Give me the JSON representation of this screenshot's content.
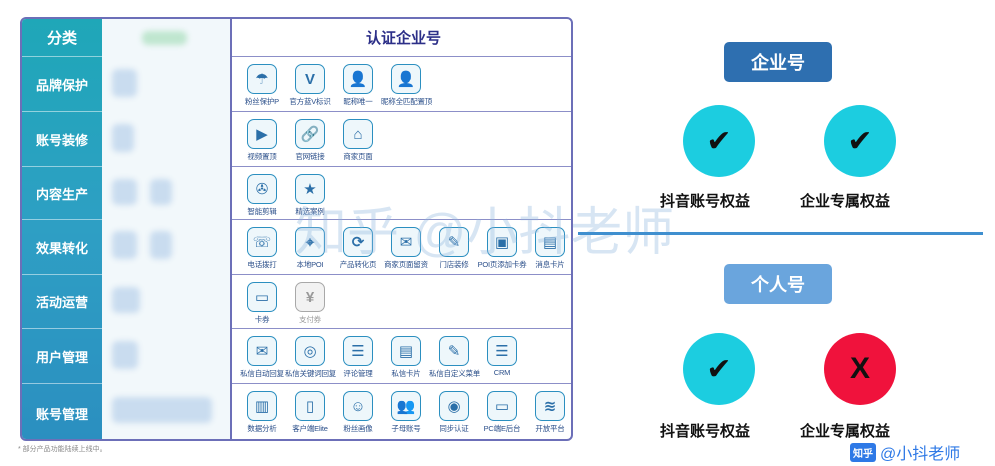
{
  "categories": {
    "header": "分类",
    "items": [
      "品牌保护",
      "账号装修",
      "内容生产",
      "效果转化",
      "活动运营",
      "用户管理",
      "账号管理"
    ]
  },
  "panel_title": "认证企业号",
  "feature_rows": [
    [
      {
        "label": "粉丝保护P",
        "icon": "umbrella-icon",
        "glyph": "☂"
      },
      {
        "label": "官方蓝V标识",
        "icon": "verified-v-icon",
        "glyph": "V"
      },
      {
        "label": "昵称唯一",
        "icon": "user-icon",
        "glyph": "👤"
      },
      {
        "label": "昵称全匹配置顶",
        "icon": "user-top-icon",
        "glyph": "👤"
      }
    ],
    [
      {
        "label": "视频置顶",
        "icon": "video-top-icon",
        "glyph": "▶"
      },
      {
        "label": "官网链接",
        "icon": "link-icon",
        "glyph": "🔗"
      },
      {
        "label": "商家页面",
        "icon": "store-page-icon",
        "glyph": "⌂"
      }
    ],
    [
      {
        "label": "智能剪辑",
        "icon": "film-reel-icon",
        "glyph": "✇"
      },
      {
        "label": "精选案例",
        "icon": "star-case-icon",
        "glyph": "★"
      }
    ],
    [
      {
        "label": "电话拨打",
        "icon": "phone-icon",
        "glyph": "☏"
      },
      {
        "label": "本地POI",
        "icon": "location-icon",
        "glyph": "⌖"
      },
      {
        "label": "产品转化页",
        "icon": "convert-icon",
        "glyph": "⟳"
      },
      {
        "label": "商家页面留资",
        "icon": "mail-icon",
        "glyph": "✉"
      },
      {
        "label": "门店装修",
        "icon": "brush-icon",
        "glyph": "✎"
      },
      {
        "label": "POI页添加卡券",
        "icon": "coupon-icon",
        "glyph": "▣"
      },
      {
        "label": "消息卡片",
        "icon": "message-card-icon",
        "glyph": "▤"
      }
    ],
    [
      {
        "label": "卡券",
        "icon": "card-ticket-icon",
        "glyph": "▭",
        "gray": false
      },
      {
        "label": "支付券",
        "icon": "pay-coupon-icon",
        "glyph": "¥",
        "gray": true
      }
    ],
    [
      {
        "label": "私信自动回复",
        "icon": "auto-reply-icon",
        "glyph": "✉"
      },
      {
        "label": "私信关键词回复",
        "icon": "keyword-reply-icon",
        "glyph": "◎"
      },
      {
        "label": "评论管理",
        "icon": "comment-manage-icon",
        "glyph": "☰"
      },
      {
        "label": "私信卡片",
        "icon": "dm-card-icon",
        "glyph": "▤"
      },
      {
        "label": "私信自定义菜单",
        "icon": "custom-menu-icon",
        "glyph": "✎"
      },
      {
        "label": "CRM",
        "icon": "crm-icon",
        "glyph": "☰"
      }
    ],
    [
      {
        "label": "数据分析",
        "icon": "analytics-icon",
        "glyph": "▥"
      },
      {
        "label": "客户端Elite",
        "icon": "client-elite-icon",
        "glyph": "▯"
      },
      {
        "label": "粉丝画像",
        "icon": "fan-portrait-icon",
        "glyph": "☺"
      },
      {
        "label": "子母账号",
        "icon": "sub-account-icon",
        "glyph": "👥"
      },
      {
        "label": "同步认证",
        "icon": "sync-cert-icon",
        "glyph": "◉"
      },
      {
        "label": "PC端E后台",
        "icon": "pc-backend-icon",
        "glyph": "▭"
      },
      {
        "label": "开放平台",
        "icon": "open-platform-icon",
        "glyph": "≋"
      }
    ]
  ],
  "footnote": "* 部分产品功能陆续上线中。",
  "watermark": "知乎 @小抖老师",
  "comparison": {
    "enterprise": {
      "title": "企业号",
      "items": [
        {
          "label": "抖音账号权益",
          "mark": "✔",
          "status": "yes"
        },
        {
          "label": "企业专属权益",
          "mark": "✔",
          "status": "yes"
        }
      ]
    },
    "personal": {
      "title": "个人号",
      "items": [
        {
          "label": "抖音账号权益",
          "mark": "✔",
          "status": "yes"
        },
        {
          "label": "企业专属权益",
          "mark": "X",
          "status": "no"
        }
      ]
    }
  },
  "brand": {
    "logo": "知乎",
    "handle": "@小抖老师"
  },
  "colors": {
    "accent": "#2e6fb0",
    "check": "#1ccde0",
    "cross": "#f0123c"
  }
}
